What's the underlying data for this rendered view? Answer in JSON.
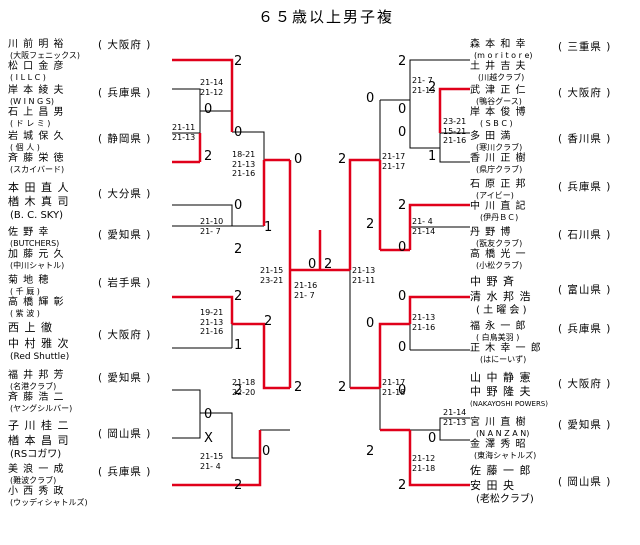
{
  "title": "６５歳以上男子複",
  "colors": {
    "win": "#e0001a",
    "line": "#000000"
  },
  "left": [
    {
      "p1": "川 前  明 裕",
      "c1": "(大阪フェニックス)",
      "p2": "松 口  金 彦",
      "c2": "(  I  L  L  C  )",
      "pref": "( 大阪府 )"
    },
    {
      "p1": "岸 本  綾 夫",
      "c1": "(W I N G S)",
      "p2": "石 上  昌 男",
      "c2": "( ド レ ミ )",
      "pref": "( 兵庫県 )"
    },
    {
      "p1": "岩 城  保 久",
      "c1": "(  個  人  )",
      "p2": "斉 藤  栄 徳",
      "c2": "(スカイバード)",
      "pref": "( 静岡県 )"
    },
    {
      "p1": "本 田  直 人",
      "c1": "",
      "p2": "楢 木  真 司",
      "c2": "(B. C. SKY)",
      "pref": "( 大分県 )"
    },
    {
      "p1": "佐 野   幸",
      "c1": "(BUTCHERS)",
      "p2": "加 藤  元 久",
      "c2": "(中川シャトル)",
      "pref": "( 愛知県 )"
    },
    {
      "p1": "菊 地   穂",
      "c1": "(  千  厩  )",
      "p2": "高 橋  輝 彰",
      "c2": "(  紫  波  )",
      "pref": "( 岩手県 )"
    },
    {
      "p1": "西 上   徹",
      "c1": "",
      "p2": "中 村  雅 次",
      "c2": "(Red Shuttle)",
      "pref": "( 大阪府 )"
    },
    {
      "p1": "福 井  邦 芳",
      "c1": "(名港クラブ)",
      "p2": "斉 藤  浩 二",
      "c2": "(ヤングシルバー)",
      "pref": "( 愛知県 )"
    },
    {
      "p1": "子 川  桂 二",
      "c1": "",
      "p2": "楢 本  昌 司",
      "c2": "(RSコガワ)",
      "pref": "( 岡山県 )"
    },
    {
      "p1": "美 浪  一 成",
      "c1": "(難波クラブ)",
      "p2": "小 西  秀 政",
      "c2": "(ウッディシャトルズ)",
      "pref": "( 兵庫県 )"
    }
  ],
  "right": [
    {
      "p1": "森 本  和 幸",
      "c1": "(m o r i t o r e)",
      "p2": "土 井  吉 夫",
      "c2": "(川越クラブ)",
      "pref": "( 三重県 )"
    },
    {
      "p1": "武 津  正 仁",
      "c1": "(鴨谷グース)",
      "p2": "岸 本  俊 博",
      "c2": "( S  B  C )",
      "pref": "( 大阪府 )"
    },
    {
      "p1": "多 田   満",
      "c1": "(寒川クラブ)",
      "p2": "香 川  正 樹",
      "c2": "(県庁クラブ)",
      "pref": "( 香川県 )"
    },
    {
      "p1": "石 原  正 邦",
      "c1": "(アイビー)",
      "p2": "中 川  直 記",
      "c2": "(伊丹ＢＣ)",
      "pref": "( 兵庫県 )"
    },
    {
      "p1": "丹 野   博",
      "c1": "(翫友クラブ)",
      "p2": "高 橋  光 一",
      "c2": "(小松クラブ)",
      "pref": "( 石川県 )"
    },
    {
      "p1": "中 野   斉",
      "c1": "",
      "p2": "清 水  邦 浩",
      "c2": "( 土 曜 会 )",
      "pref": "( 富山県 )"
    },
    {
      "p1": "福 永  一 郎",
      "c1": "( 白鳥美羽 )",
      "p2": "正 木  幸 一 郎",
      "c2": "(はにーいず)",
      "pref": "( 兵庫県 )"
    },
    {
      "p1": "山 中  静 憲",
      "c1": "",
      "p2": "中 野  隆 夫",
      "c2": "(NAKAYOSHI POWERS)",
      "pref": "( 大阪府 )"
    },
    {
      "p1": "宮 川  直 樹",
      "c1": "(N A N Z A N)",
      "p2": "金 澤  秀 昭",
      "c2": "(東海シャトルズ)",
      "pref": "( 愛知県 )"
    },
    {
      "p1": "佐 藤  一 郎",
      "c1": "",
      "p2": "安 田   央",
      "c2": "(老松クラブ)",
      "pref": "( 岡山県 )"
    }
  ],
  "scores_left": {
    "r1a": [
      "21-14",
      "21-12"
    ],
    "r1b": [
      "21-11",
      "21-13"
    ],
    "r2a": [
      "18-21",
      "21-13",
      "21-16"
    ],
    "r1c": [
      "21-10",
      "21-  7"
    ],
    "r1d": [
      "19-21",
      "21-13",
      "21-16"
    ],
    "r2b": [
      "21-18",
      "22-20"
    ],
    "r1e": [
      "21-15",
      "21-  4"
    ],
    "r3": [
      "21-15",
      "23-21"
    ]
  },
  "scores_right": {
    "r1a": [
      "21-  7",
      "21-13"
    ],
    "r1b": [
      "23-21",
      "15-21",
      "21-16"
    ],
    "r2a": [
      "21-17",
      "21-17"
    ],
    "r1c": [
      "21-  4",
      "21-14"
    ],
    "r1d": [
      "21-13",
      "21-16"
    ],
    "r2b": [
      "21-17",
      "21-18"
    ],
    "r1e": [
      "21-14",
      "21-13"
    ],
    "r1f": [
      "21-12",
      "21-18"
    ],
    "r3": [
      "21-13",
      "21-11"
    ]
  },
  "final_scores": [
    "21-16",
    "21-  7"
  ],
  "marks": {
    "l1": "2",
    "l2": "2",
    "l3": "0",
    "l4": "0",
    "l5": "2",
    "l6": "0",
    "l7": "0",
    "l8": "1",
    "l9": "2",
    "l10": "2",
    "l11": "1",
    "l12": "2",
    "l13": "2",
    "l14": "0",
    "l15": "X",
    "l16": "2",
    "l17": "0",
    "l18": "0",
    "f1": "0",
    "f2": "2",
    "r1": "2",
    "r2": "0",
    "r3": "0",
    "r4": "1",
    "r5": "2",
    "r6": "0",
    "r7": "2",
    "r8": "2",
    "r9": "0",
    "r10": "2",
    "r11": "0",
    "r12": "0",
    "r13": "0",
    "r14": "2",
    "r15": "0",
    "r16": "2",
    "r17": "0",
    "r18": "2"
  }
}
